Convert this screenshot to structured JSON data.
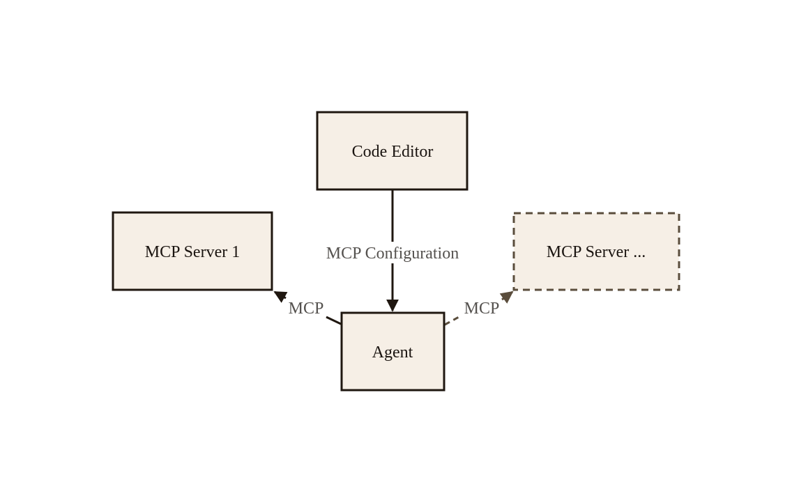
{
  "diagram": {
    "nodes": [
      {
        "id": "code-editor",
        "label": "Code Editor",
        "style": "solid"
      },
      {
        "id": "mcp-server-1",
        "label": "MCP Server 1",
        "style": "solid"
      },
      {
        "id": "agent",
        "label": "Agent",
        "style": "solid"
      },
      {
        "id": "mcp-server-more",
        "label": "MCP Server ...",
        "style": "dashed"
      }
    ],
    "edges": [
      {
        "from": "code-editor",
        "to": "agent",
        "label": "MCP Configuration",
        "style": "solid"
      },
      {
        "from": "agent",
        "to": "mcp-server-1",
        "label": "MCP",
        "style": "solid"
      },
      {
        "from": "agent",
        "to": "mcp-server-more",
        "label": "MCP",
        "style": "dashed"
      }
    ],
    "colors": {
      "node_fill": "#f6efe6",
      "node_stroke": "#1f1710",
      "dashed_stroke": "#5a4d3c",
      "edge_label": "#55524f",
      "text": "#1a1410"
    }
  }
}
